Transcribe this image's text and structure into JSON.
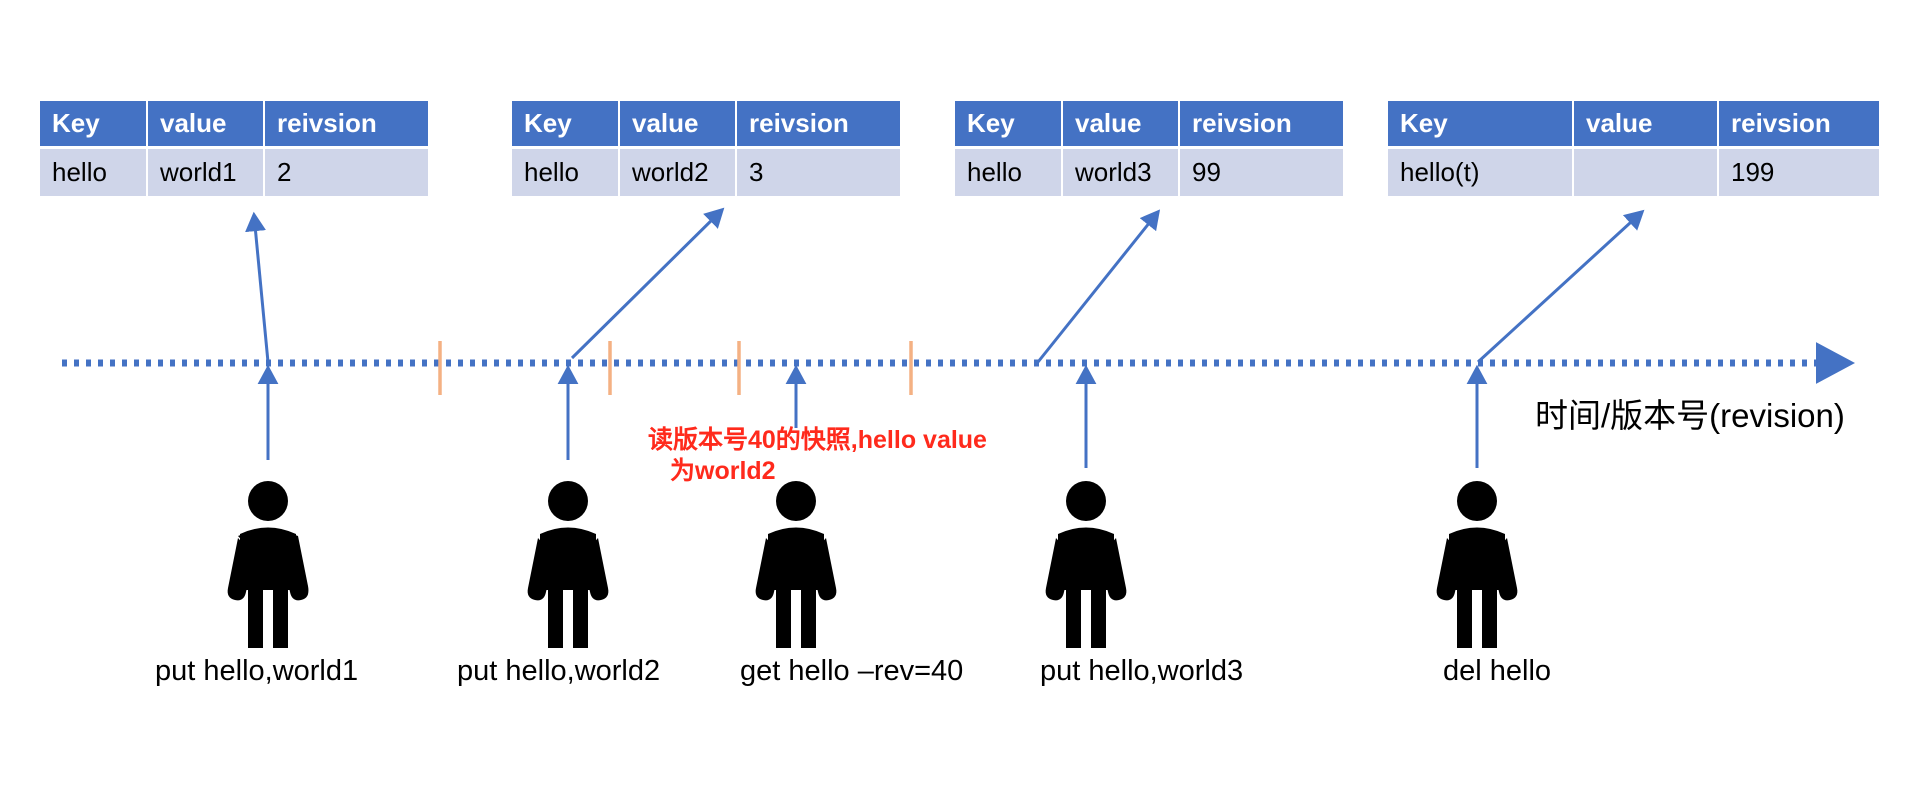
{
  "diagram": {
    "title_axis": "时间/版本号(revision)",
    "note": {
      "line1": "读版本号40的快照,hello value",
      "line2": "为world2",
      "color": "#FF2A1C"
    },
    "colors": {
      "header_blue": "#4472C4",
      "row_blue": "#CFD5E9",
      "timeline_blue": "#4472C4",
      "arrow_blue": "#4472C4",
      "tick_orange": "#F4B183",
      "figure_black": "#000000",
      "note_red": "#FF2A1C"
    },
    "tables": [
      {
        "name": "snapshot-rev-2",
        "columns": [
          "Key",
          "value",
          "reivsion"
        ],
        "row": [
          "hello",
          "world1",
          "2"
        ]
      },
      {
        "name": "snapshot-rev-3",
        "columns": [
          "Key",
          "value",
          "reivsion"
        ],
        "row": [
          "hello",
          "world2",
          "3"
        ]
      },
      {
        "name": "snapshot-rev-99",
        "columns": [
          "Key",
          "value",
          "reivsion"
        ],
        "row": [
          "hello",
          "world3",
          "99"
        ]
      },
      {
        "name": "snapshot-rev-199",
        "columns": [
          "Key",
          "value",
          "reivsion"
        ],
        "row": [
          "hello(t)",
          "",
          "199"
        ]
      }
    ],
    "actors": [
      {
        "name": "actor-put-world1",
        "label": "put hello,world1"
      },
      {
        "name": "actor-put-world2",
        "label": "put hello,world2"
      },
      {
        "name": "actor-get-rev40",
        "label": "get hello –rev=40"
      },
      {
        "name": "actor-put-world3",
        "label": "put hello,world3"
      },
      {
        "name": "actor-del-hello",
        "label": "del hello"
      }
    ]
  }
}
